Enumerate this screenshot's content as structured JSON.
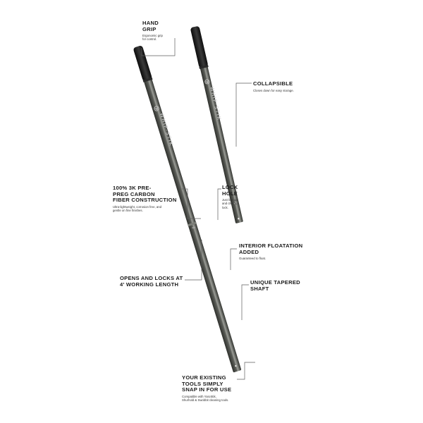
{
  "colors": {
    "shaft_dark": "#2e302c",
    "shaft_mid": "#5c5e59",
    "shaft_light": "#9c9e98",
    "grip": "#161616",
    "leader": "#5f5f5f",
    "text": "#1a1a1a"
  },
  "product": {
    "watermark_long": "WHIP·STIK",
    "watermark_short": "WHIP·STIK"
  },
  "callouts": {
    "hand_grip": {
      "title_lines": [
        "HAND",
        "GRIP"
      ],
      "desc_lines": [
        "Ergonomic grip",
        "for control."
      ]
    },
    "collapsible": {
      "title_lines": [
        "COLLAPSIBLE"
      ],
      "desc_lines": [
        "Closes down for easy storage."
      ]
    },
    "carbon": {
      "title_lines": [
        "100% 3K PRE-",
        "PREG CARBON",
        "FIBER CONSTRUCTION"
      ],
      "desc_lines": [
        "Ultra-lightweight, corrosion free, and",
        "gentle on fine finishes."
      ]
    },
    "lock_hole": {
      "title_lines": [
        "LOCK",
        "HOLE"
      ],
      "desc_lines": [
        "Just line up",
        "and click to",
        "lock."
      ]
    },
    "floatation": {
      "title_lines": [
        "INTERIOR FLOATATION",
        "ADDED"
      ],
      "desc_lines": [
        "Guaranteed to float."
      ]
    },
    "locks": {
      "title_lines": [
        "OPENS AND LOCKS AT",
        "4' WORKING LENGTH"
      ],
      "desc_lines": []
    },
    "tapered": {
      "title_lines": [
        "UNIQUE TAPERED",
        "SHAFT"
      ],
      "desc_lines": []
    },
    "tools": {
      "title_lines": [
        "YOUR EXISTING",
        "TOOLS SIMPLY",
        "SNAP IN FOR USE"
      ],
      "desc_lines": [
        "Compatible with YaroStik,",
        "Shurhold & Swobbit cleaning tools."
      ]
    }
  }
}
